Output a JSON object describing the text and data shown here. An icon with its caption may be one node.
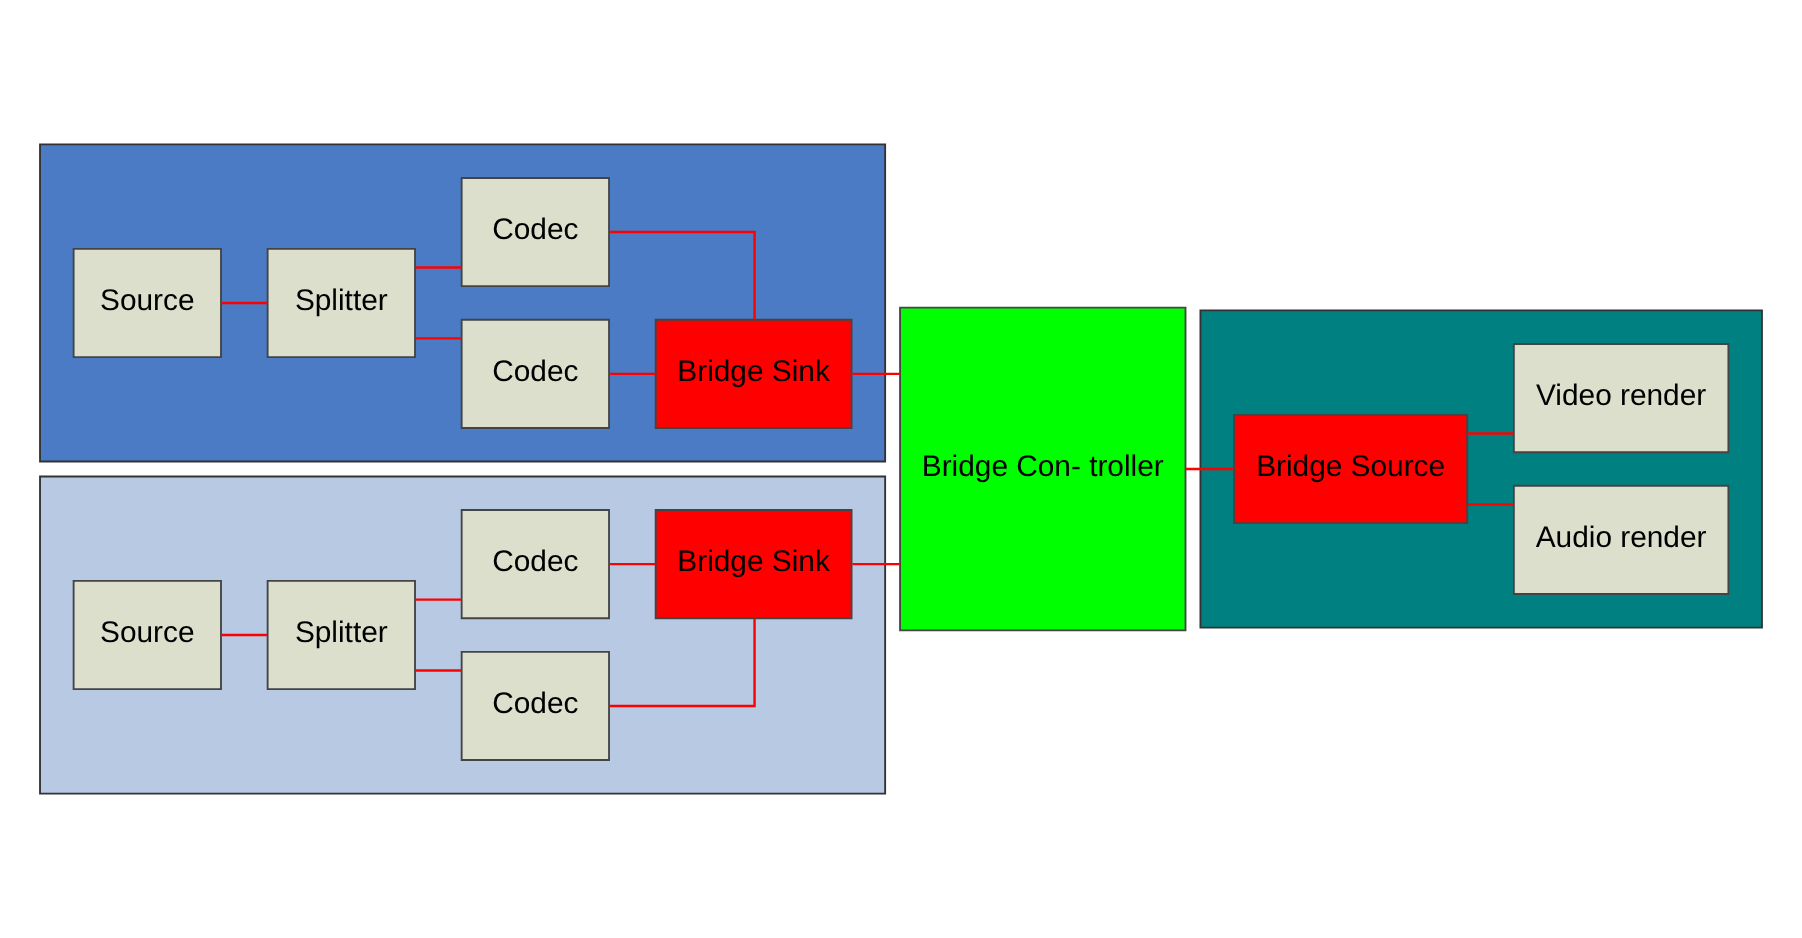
{
  "diagram": {
    "nodes": [
      {
        "text": [],
        "shape": "box"
      },
      {
        "text": [
          "Source"
        ],
        "in": 0
      },
      {
        "text": [
          "Splitter"
        ],
        "in": 0
      },
      {
        "text": [
          "Codec"
        ],
        "in": 0
      },
      {
        "text": [
          "Codec"
        ],
        "in": 0
      },
      {
        "text": [
          "Bridge Sink"
        ],
        "in": 0
      },
      {
        "text": [],
        "shape": "box"
      },
      {
        "text": [
          "Source"
        ],
        "in": 6
      },
      {
        "text": [
          "Splitter"
        ],
        "in": 6
      },
      {
        "text": [
          "Codec"
        ],
        "in": 6
      },
      {
        "text": [
          "Codec"
        ],
        "in": 6
      },
      {
        "text": [
          "Bridge Sink"
        ],
        "in": 6
      },
      {
        "text": [
          "Bridge Con- troller"
        ]
      },
      {
        "text": [],
        "shape": "box"
      },
      {
        "text": [
          "Bridge Source"
        ],
        "in": 13
      },
      {
        "text": [
          "Audio render"
        ],
        "in": 13
      },
      {
        "text": [
          "Video render"
        ],
        "in": 13
      }
    ],
    "edges": [
      {
        "from": 1,
        "to": 2,
        "arrow": "none"
      },
      {
        "from": 2,
        "to": 3,
        "arrow": "none"
      },
      {
        "from": 2,
        "to": 4,
        "arrow": "none"
      },
      {
        "from": 3,
        "to": 5,
        "arrow": "none"
      },
      {
        "from": 4,
        "to": 5,
        "arrow": "none"
      },
      {
        "from": 5,
        "to": 12,
        "arrow": "none"
      },
      {
        "from": 7,
        "to": 8,
        "arrow": "none"
      },
      {
        "from": 8,
        "to": 9,
        "arrow": "none"
      },
      {
        "from": 8,
        "to": 10,
        "arrow": "none"
      },
      {
        "from": 9,
        "to": 11,
        "arrow": "none"
      },
      {
        "from": 10,
        "to": 11,
        "arrow": "none"
      },
      {
        "from": 11,
        "to": 12,
        "arrow": "none"
      },
      {
        "from": 12,
        "to": 14,
        "arrow": "none"
      },
      {
        "from": 14,
        "to": 15,
        "arrow": "none"
      },
      {
        "from": 14,
        "to": 16,
        "arrow": "none"
      }
    ]
  }
}
